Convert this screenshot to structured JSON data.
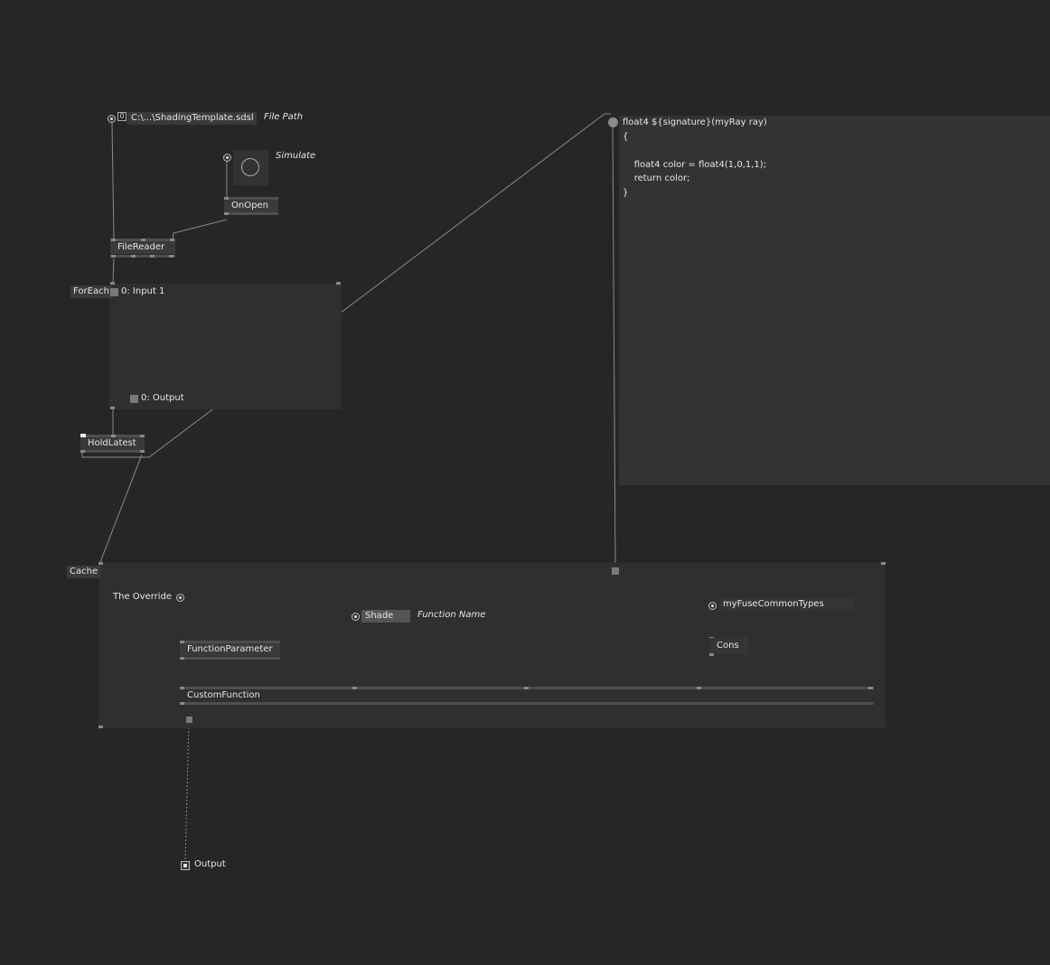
{
  "nodes": {
    "file_path_value": "C:\\...\\ShadingTemplate.sdsl",
    "file_path_index": "0",
    "file_path_label": "File Path",
    "simulate_label": "Simulate",
    "onopen": "OnOpen",
    "filereader": "FileReader",
    "foreach": "ForEach",
    "input1": "0:  Input 1",
    "output0": "0:  Output",
    "holdlatest": "HoldLatest",
    "cache": "Cache",
    "the_override": "The Override",
    "function_parameter": "FunctionParameter",
    "shade_value": "Shade",
    "function_name_label": "Function Name",
    "my_fuse_types": "myFuseCommonTypes",
    "cons": "Cons",
    "custom_function": "CustomFunction",
    "output_label": "Output"
  },
  "code_editor": {
    "lines": [
      "float4 ${signature}(myRay ray)",
      "{",
      "",
      "    float4 color = float4(1,0,1,1);",
      "    return color;",
      "}"
    ]
  }
}
